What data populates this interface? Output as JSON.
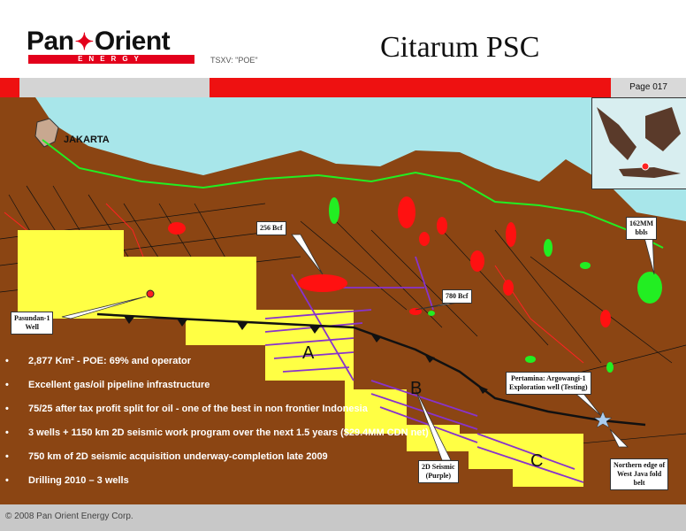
{
  "header": {
    "logo_main_left": "Pan",
    "logo_main_right": "Orient",
    "logo_sub": "ENERGY",
    "ticker": "TSXV: \"POE\"",
    "title": "Citarum PSC",
    "page": "Page 017"
  },
  "map": {
    "city_label": "JAKARTA",
    "block_labels": [
      "A",
      "B",
      "C"
    ],
    "callouts": {
      "gas_256": "256 Bcf",
      "gas_780": "780 Bcf",
      "oil_162": [
        "162MM",
        "bbls"
      ],
      "pasundan": [
        "Pasundan-1",
        "Well"
      ],
      "pertamina": [
        "Pertamina: Argowangi-1",
        "Exploration well (Testing)"
      ],
      "seismic": [
        "2D Seismic",
        "(Purple)"
      ],
      "fold_belt": [
        "Northern edge of",
        "West Java fold",
        "belt"
      ]
    },
    "colors": {
      "sea": "#a8e6ea",
      "land": "#8b4513",
      "block": "#ffff44",
      "gas": "#ff1111",
      "oil": "#22ee22",
      "seismic": "#8833cc"
    }
  },
  "bullets": [
    "2,877 Km² - POE: 69% and operator",
    "Excellent gas/oil pipeline infrastructure",
    "75/25 after tax profit split for oil -  one of the best in non frontier Indonesia",
    "3 wells + 1150 km 2D seismic work program over the next 1.5 years ($29.4MM CDN net)",
    "750 km of 2D seismic acquisition underway-completion late 2009",
    "Drilling 2010 – 3 wells"
  ],
  "footer": "© 2008 Pan Orient Energy Corp."
}
